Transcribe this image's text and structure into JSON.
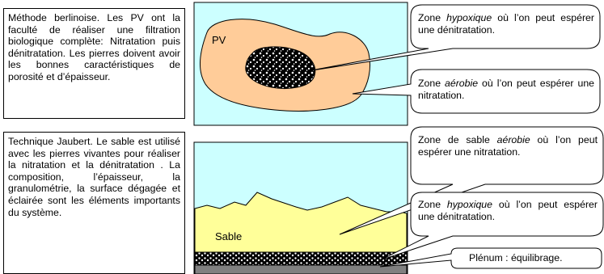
{
  "left_notes": {
    "top": "Méthode berlinoise. Les PV ont la faculté de réaliser une filtration biologique complète: Nitratation puis dénitratation. Les pierres doivent avoir les bonnes caractéristiques de porosité et d’épaisseur.",
    "bottom": "Technique Jaubert. Le sable est utilisé avec les pierres vivantes pour réaliser la nitratation et la dénitratation . La composition, l’épaisseur, la granulométrie, la surface dégagée et éclairée sont les éléments importants du système."
  },
  "diagram_top": {
    "pv_label": "PV"
  },
  "diagram_bottom": {
    "sable_label": "Sable"
  },
  "callouts": {
    "c1": {
      "pre": "Zone ",
      "em": "hypoxique",
      "post": " où l’on peut espérer une dénitratation."
    },
    "c2": {
      "pre": "Zone ",
      "em": "aérobie",
      "post": " où l’on peut espérer une nitratation."
    },
    "c3": {
      "pre": "Zone de sable ",
      "em": "aérobie",
      "post": " où l’on peut espérer une nitratation."
    },
    "c4": {
      "pre": "Zone ",
      "em": "hypoxique",
      "post": " où l’on peut espérer une dénitratation."
    },
    "c5": {
      "text": "Plénum : équilibrage."
    }
  },
  "colors": {
    "water": "#ccffff",
    "rock": "#ffcc99",
    "sand": "#ffff99",
    "gravel_bg": "#000000",
    "plenum_floor": "#808080"
  }
}
